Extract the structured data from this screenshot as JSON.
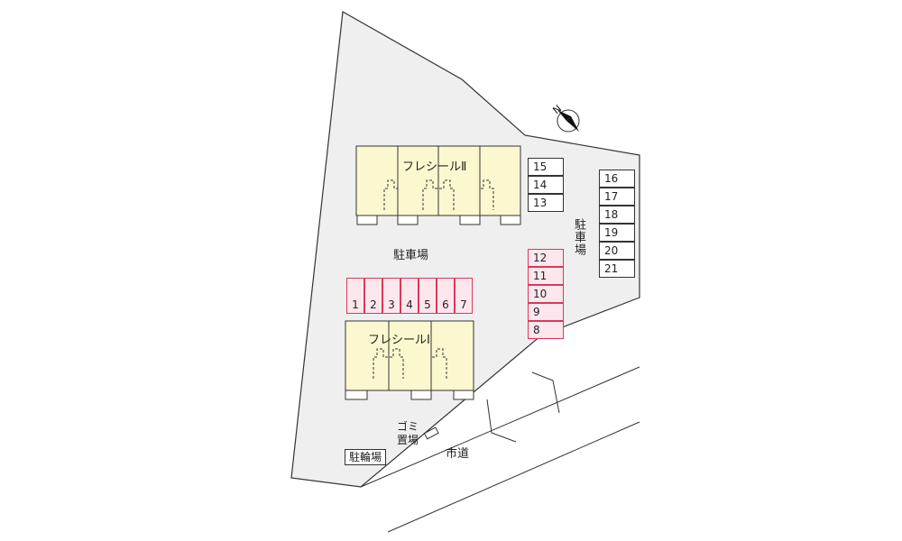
{
  "buildings": [
    {
      "name": "フレシールⅡ"
    },
    {
      "name": "フレシールⅠ"
    }
  ],
  "parking_label": "駐車場",
  "parking_label_right": "駐車場",
  "parking_slots": {
    "row_top": [
      "15",
      "14",
      "13"
    ],
    "row_right": [
      "16",
      "17",
      "18",
      "19",
      "20",
      "21"
    ],
    "row_pink_vertical": [
      "12",
      "11",
      "10",
      "9",
      "8"
    ],
    "row_pink_horizontal": [
      "1",
      "2",
      "3",
      "4",
      "5",
      "6",
      "7"
    ]
  },
  "garbage_label": "ゴミ置場",
  "bicycle_label": "駐輪場",
  "road_label": "市道",
  "north_symbol": "N",
  "colors": {
    "site": "#efefef",
    "building": "#fbf8d0",
    "pink_slot": "#fde7ec",
    "pink_border": "#d63a5a"
  }
}
